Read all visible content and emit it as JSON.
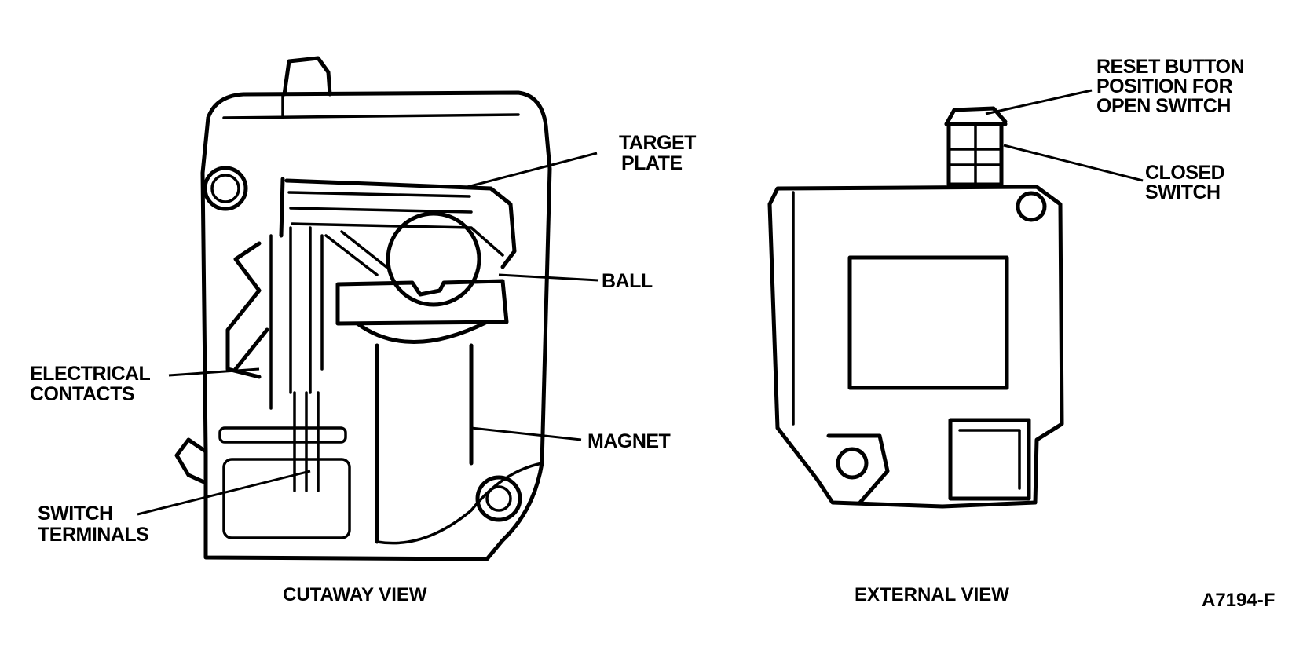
{
  "labels": {
    "target_plate": [
      "TARGET",
      "PLATE"
    ],
    "ball": "BALL",
    "electrical_contacts": [
      "ELECTRICAL",
      "CONTACTS"
    ],
    "magnet": "MAGNET",
    "switch_terminals": [
      "SWITCH",
      "TERMINALS"
    ],
    "reset_button": [
      "RESET BUTTON",
      "POSITION FOR",
      "OPEN SWITCH"
    ],
    "closed_switch": [
      "CLOSED",
      "SWITCH"
    ]
  },
  "captions": {
    "cutaway": "CUTAWAY VIEW",
    "external": "EXTERNAL VIEW",
    "figure_code": "A7194-F"
  },
  "colors": {
    "ink": "#000000",
    "paper": "#ffffff"
  }
}
